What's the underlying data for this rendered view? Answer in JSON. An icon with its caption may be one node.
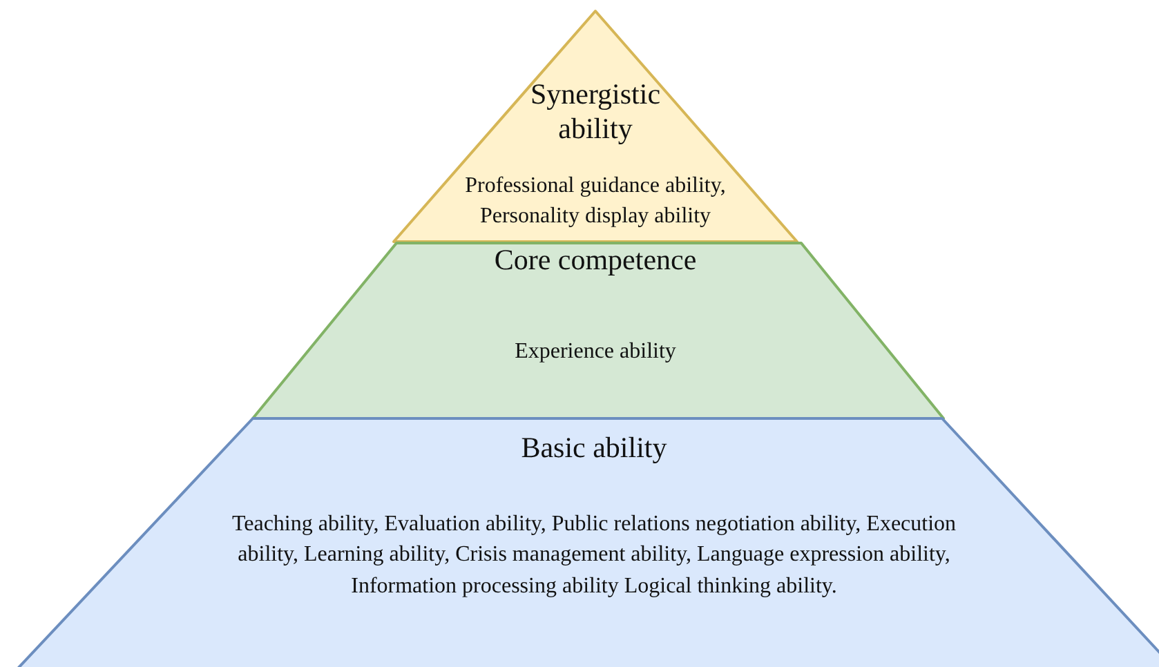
{
  "diagram": {
    "nodes": [
      {
        "text": [
          "Synergistic ability",
          "Professional guidance ability, Personality display ability"
        ]
      },
      {
        "text": [
          "Core competence",
          "Experience ability"
        ]
      },
      {
        "text": [
          "Basic ability",
          "Teaching ability, Evaluation ability, Public relations negotiation ability, Execution ability, Learning ability, Crisis management ability, Language expression ability, Information processing ability Logical thinking ability."
        ]
      }
    ]
  }
}
